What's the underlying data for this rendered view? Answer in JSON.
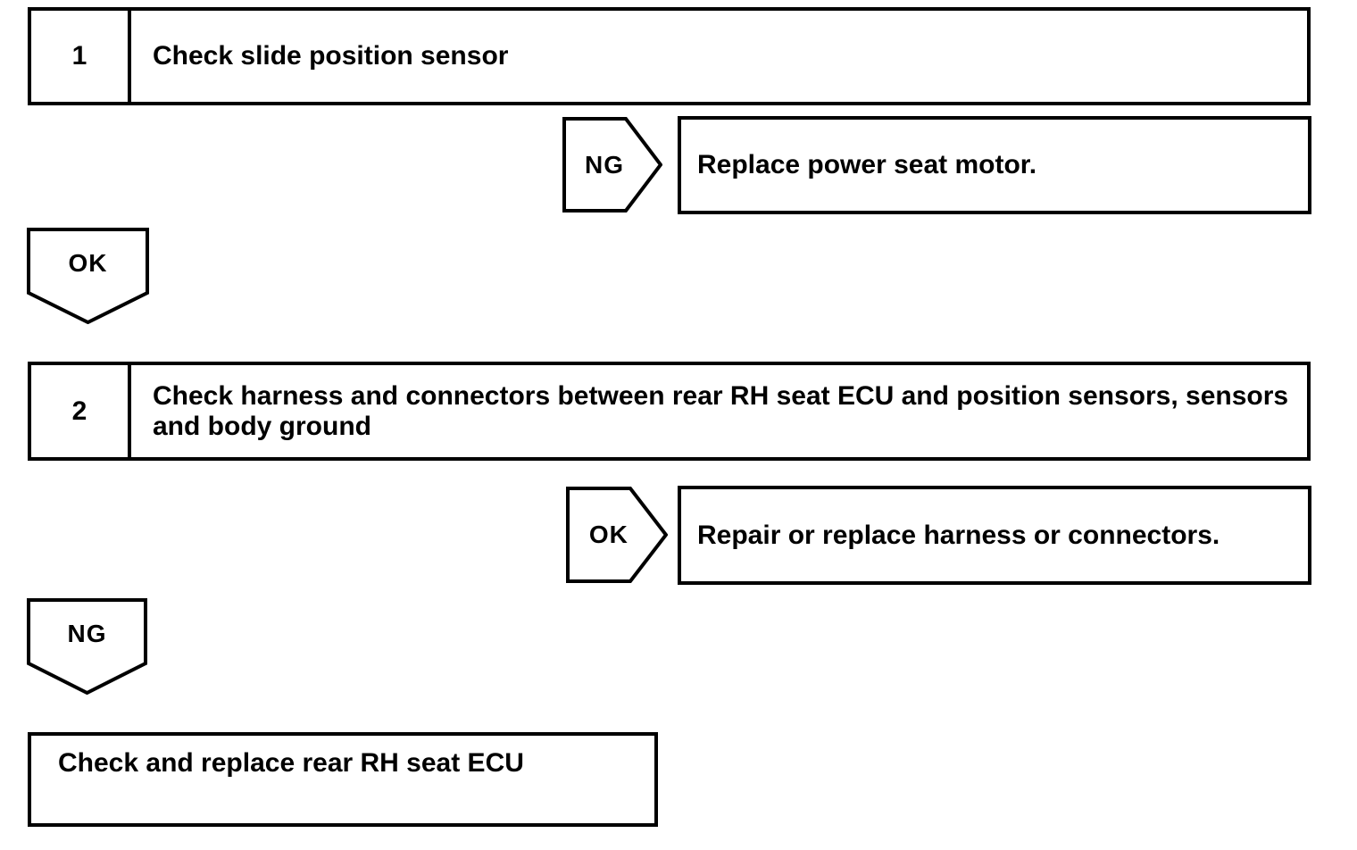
{
  "colors": {
    "line": "#000000",
    "bg": "#ffffff",
    "text": "#000000"
  },
  "flowchart": {
    "kind": "troubleshooting-flow",
    "steps": [
      {
        "number": "1",
        "title": "Check slide position sensor",
        "branch_label": "NG",
        "branch_action": "Replace power seat motor.",
        "pass_label": "OK"
      },
      {
        "number": "2",
        "title": "Check harness and connectors between rear RH seat ECU and position sensors, sensors and body ground",
        "branch_label": "OK",
        "branch_action": "Repair or replace harness or connectors.",
        "pass_label": "NG"
      }
    ],
    "final_action": "Check and replace rear RH seat ECU"
  }
}
